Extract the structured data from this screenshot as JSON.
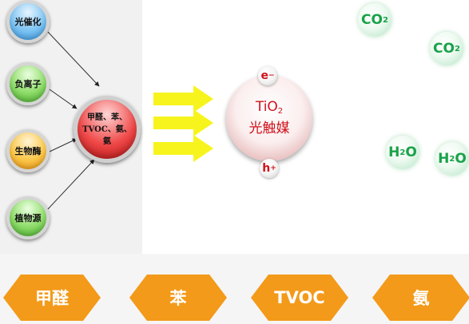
{
  "sources": [
    {
      "label": "光催化",
      "color": "blue"
    },
    {
      "label": "负离子",
      "color": "green"
    },
    {
      "label": "生物酶",
      "color": "orange"
    },
    {
      "label": "植物源",
      "color": "green"
    }
  ],
  "hub_label": "甲醛、苯、TVOC、氨、氨",
  "catalyst": {
    "formula_main": "TiO",
    "formula_sub": "2",
    "name": "光触媒",
    "electron": {
      "symbol": "e",
      "sign": "−"
    },
    "hole": {
      "symbol": "h",
      "sign": "+"
    }
  },
  "products": [
    {
      "main": "CO",
      "sub": "2"
    },
    {
      "main": "CO",
      "sub": "2"
    },
    {
      "main": "H",
      "sub": "2",
      "tail": "O"
    },
    {
      "main": "H",
      "sub": "2",
      "tail": "O"
    }
  ],
  "pollutants": [
    "甲醛",
    "苯",
    "TVOC",
    "氨"
  ],
  "colors": {
    "arrow": "#f7f41d",
    "hex": "#f39a1a",
    "catalyst_text": "#d0121b",
    "molecule_text": "#1aa24a"
  }
}
